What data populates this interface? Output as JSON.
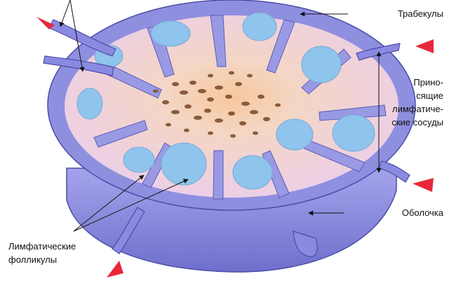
{
  "labels": {
    "trabeculae": "Трабекулы",
    "afferent_vessels": [
      "Прино-",
      "сящие",
      "лимфатиче-",
      "ские сосуды"
    ],
    "capsule": "Оболочка",
    "follicles": [
      "Лимфатические",
      "фолликулы"
    ]
  },
  "colors": {
    "capsule": "#8f8fe0",
    "capsule_dark": "#5a5ab8",
    "cortex": "#f2d8ec",
    "medulla": "#f4c9a0",
    "follicle": "#8fc4ec",
    "arrow": "#e8283a",
    "leader": "#111111"
  }
}
